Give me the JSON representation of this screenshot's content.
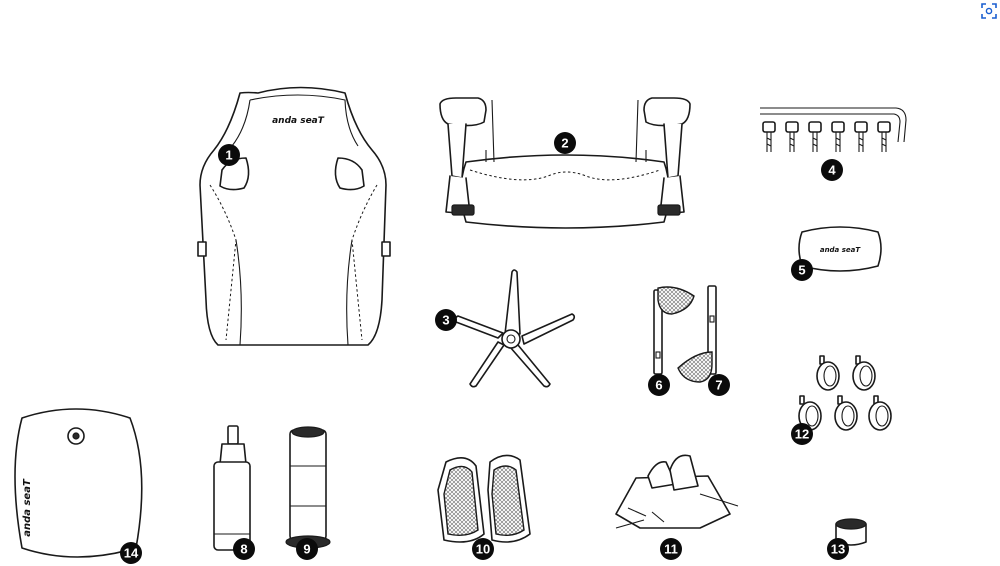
{
  "brand_logo": "anda seaT",
  "part_numbers": [
    "1",
    "2",
    "3",
    "4",
    "5",
    "6",
    "7",
    "8",
    "9",
    "10",
    "11",
    "12",
    "13",
    "14"
  ],
  "icons": {
    "corner_action": "scan-icon"
  },
  "colors": {
    "line": "#1a1a1a",
    "badge": "#0b0b0b",
    "background": "#ffffff",
    "corner_icon": "#1a5fd0"
  }
}
